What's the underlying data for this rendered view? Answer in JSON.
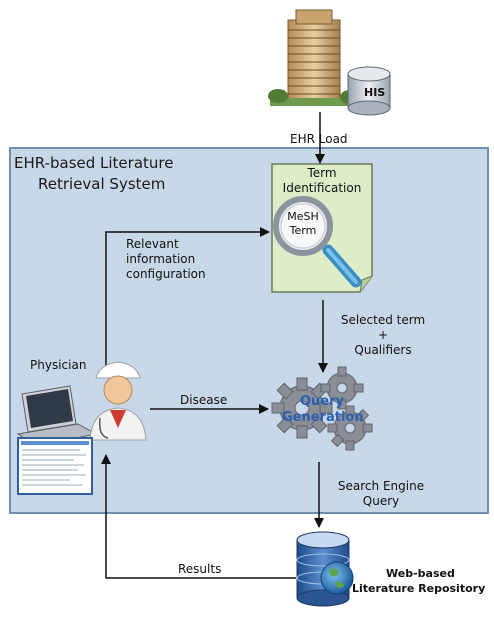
{
  "his": {
    "label": "HIS"
  },
  "ehr_load": {
    "label": "EHR Load"
  },
  "system": {
    "title_line1": "EHR-based Literature",
    "title_line2": "Retrieval System"
  },
  "term_identification": {
    "title_line1": "Term",
    "title_line2": "Identification",
    "mesh_line1": "MeSH",
    "mesh_line2": "Term"
  },
  "relevant_info": {
    "line1": "Relevant",
    "line2": "information",
    "line3": "configuration"
  },
  "selected_term": {
    "line1": "Selected term",
    "line2": "+",
    "line3": "Qualifiers"
  },
  "physician": {
    "label": "Physician"
  },
  "disease": {
    "label": "Disease"
  },
  "query_generation": {
    "line1": "Query",
    "line2": "Generation"
  },
  "search_engine": {
    "line1": "Search Engine",
    "line2": "Query"
  },
  "results": {
    "label": "Results"
  },
  "repository": {
    "line1": "Web-based",
    "line2": "Literature Repository"
  },
  "colors": {
    "system_box_fill": "#c9d8e8",
    "system_box_border": "#6e8fb0",
    "document_fill": "#dcedc8",
    "gear_fill": "#8a8f96",
    "query_text": "#2b5fb3",
    "db_blue": "#2f5f9e"
  }
}
